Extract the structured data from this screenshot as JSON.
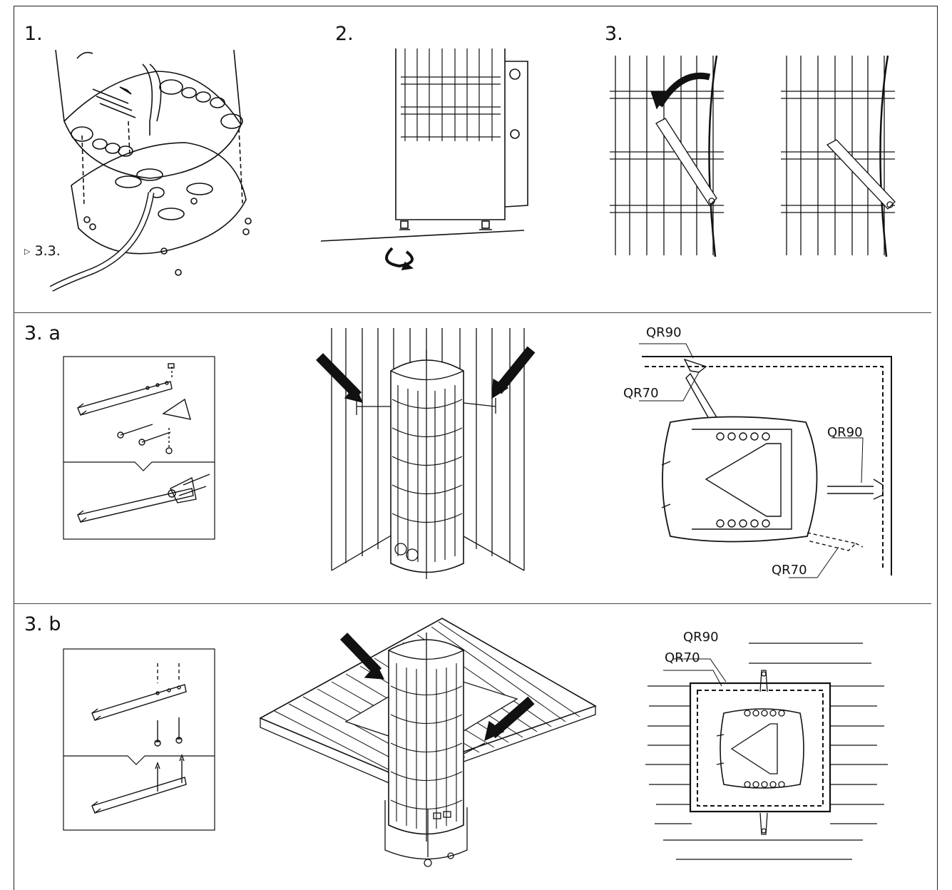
{
  "steps": {
    "s1": "1.",
    "s2": "2.",
    "s3": "3.",
    "s3a": "3. a",
    "s3b": "3. b"
  },
  "notes": {
    "ref": "3.3."
  },
  "callouts": {
    "a_top_qr90": "QR90",
    "a_top_qr70": "QR70",
    "a_right_qr90": "QR90",
    "a_bottom_qr70": "QR70",
    "b_qr90": "QR90",
    "b_qr70": "QR70"
  }
}
